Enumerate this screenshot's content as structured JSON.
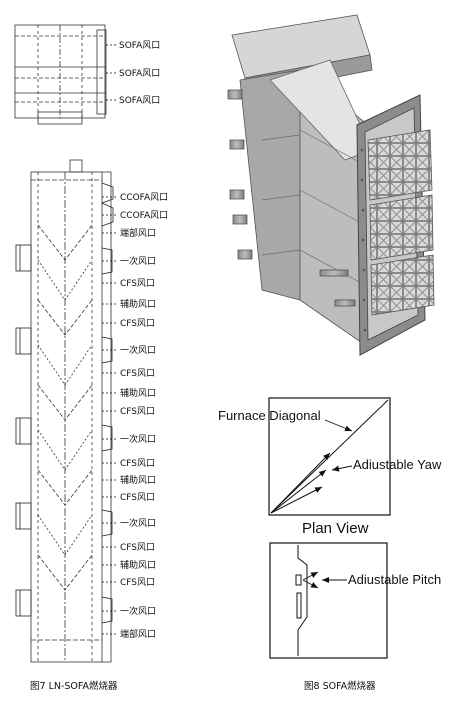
{
  "left_figure": {
    "sofa_labels": [
      "SOFA风口",
      "SOFA风口",
      "SOFA风口"
    ],
    "main_labels": [
      "CCOFA风口",
      "CCOFA风口",
      "端部风口",
      "一次风口",
      "CFS风口",
      "辅助风口",
      "CFS风口",
      "一次风口",
      "CFS风口",
      "辅助风口",
      "CFS风口",
      "一次风口",
      "CFS风口",
      "辅助风口",
      "CFS风口",
      "一次风口",
      "CFS风口",
      "辅助风口",
      "CFS风口",
      "一次风口",
      "端部风口"
    ],
    "caption": "图7 LN-SOFA燃烧器"
  },
  "right_figure": {
    "plan_view": {
      "furnace_label": "Furnace Diagonal",
      "yaw_label": "Adiustable Yaw",
      "title": "Plan View"
    },
    "side_view": {
      "pitch_label": "Adiustable Pitch"
    },
    "caption": "图8 SOFA燃烧器"
  }
}
